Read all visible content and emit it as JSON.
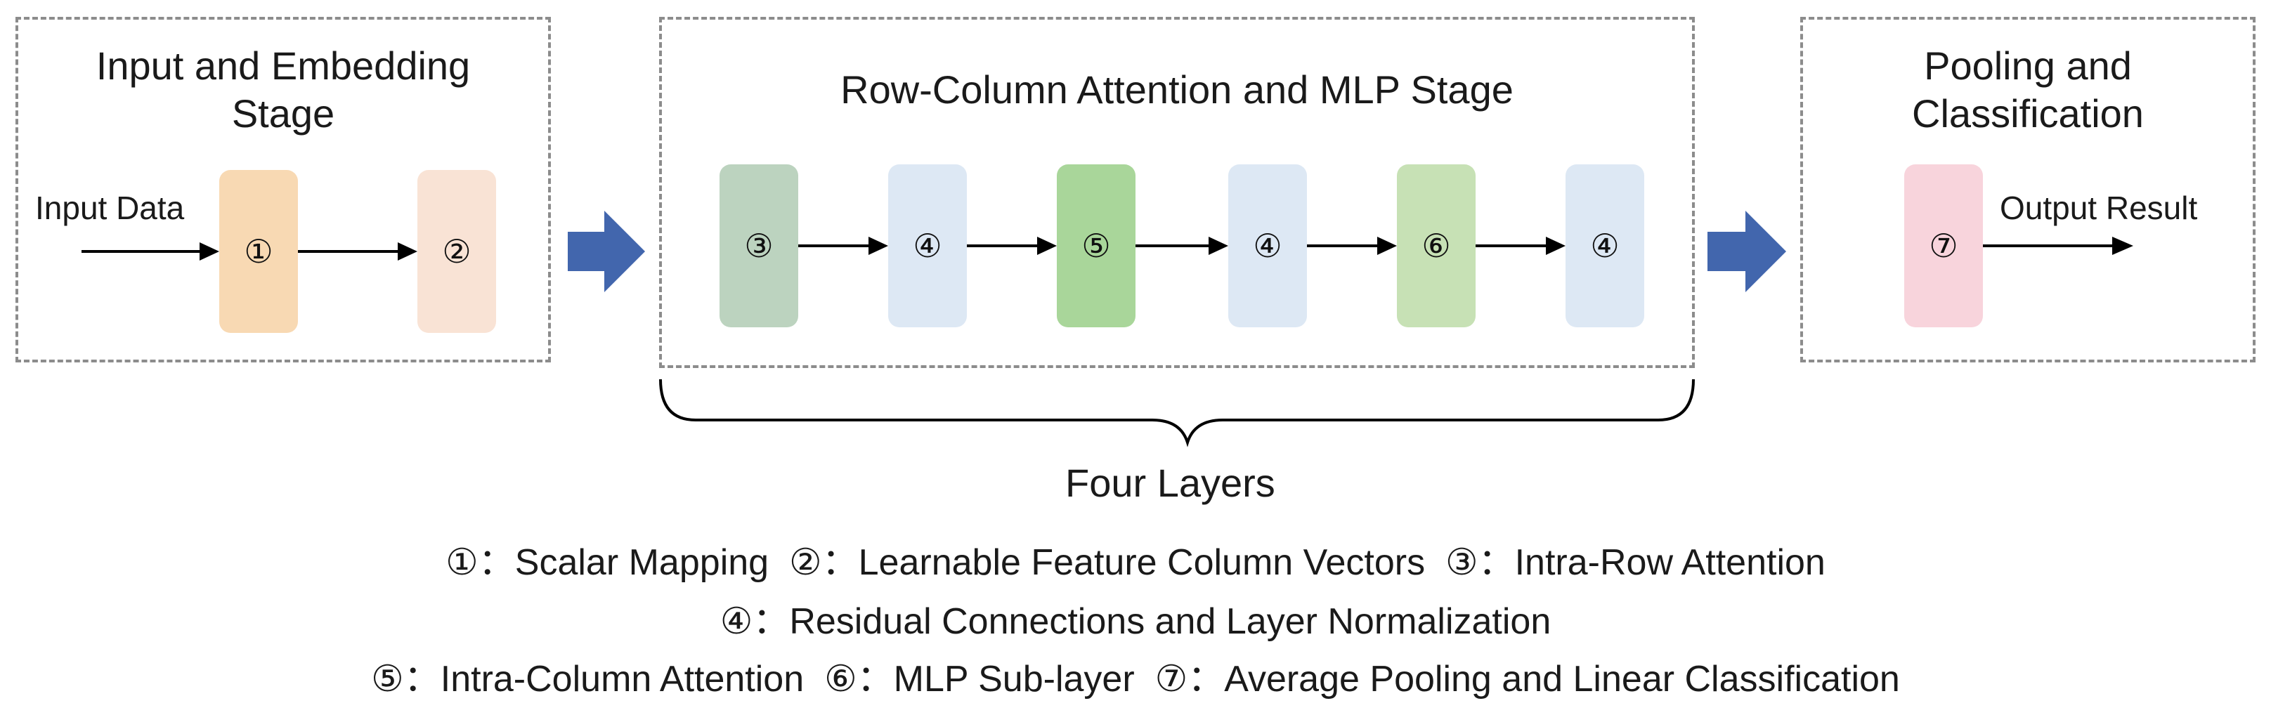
{
  "stages": {
    "input": {
      "title_line1": "Input and Embedding",
      "title_line2": "Stage"
    },
    "attention": {
      "title": "Row-Column Attention and MLP Stage"
    },
    "pooling": {
      "title_line1": "Pooling and",
      "title_line2": "Classification"
    }
  },
  "labels": {
    "input_data": "Input Data",
    "output_result": "Output Result",
    "four_layers": "Four Layers"
  },
  "blocks": {
    "b1": {
      "symbol": "①",
      "color": "#f8d9b3"
    },
    "b2": {
      "symbol": "②",
      "color": "#f9e3d5"
    },
    "b3": {
      "symbol": "③",
      "color": "#bcd3bf"
    },
    "b4a": {
      "symbol": "④",
      "color": "#dde8f4"
    },
    "b5": {
      "symbol": "⑤",
      "color": "#a9d69a"
    },
    "b4b": {
      "symbol": "④",
      "color": "#dde8f4"
    },
    "b6": {
      "symbol": "⑥",
      "color": "#c7e1b5"
    },
    "b4c": {
      "symbol": "④",
      "color": "#dde8f4"
    },
    "b7": {
      "symbol": "⑦",
      "color": "#f8d4dc"
    }
  },
  "legend": {
    "line1": {
      "item1": "①：Scalar Mapping",
      "item2": "②：Learnable Feature Column Vectors",
      "item3": "③：Intra-Row Attention"
    },
    "line2": {
      "item4": "④：Residual Connections and Layer Normalization"
    },
    "line3": {
      "item5": "⑤：Intra-Column Attention",
      "item6": "⑥：MLP Sub-layer",
      "item7": "⑦：Average Pooling and Linear Classification"
    }
  },
  "colors": {
    "big_arrow": "#4266ad",
    "dashed_border": "#8c8c8c"
  }
}
